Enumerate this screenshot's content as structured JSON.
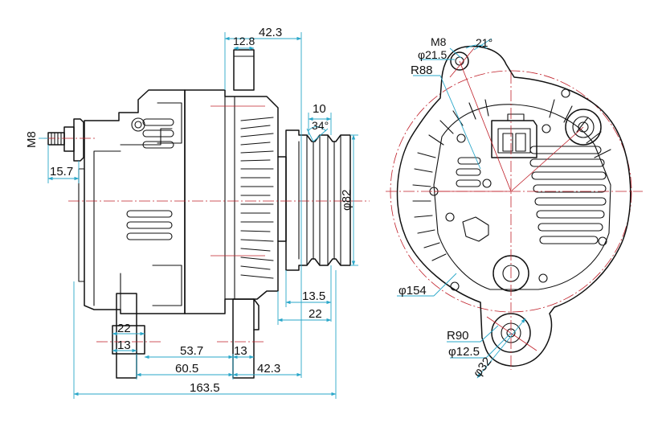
{
  "colors": {
    "outline": "#111111",
    "dimension_line": "#2aa7c9",
    "center_line": "#c0202a",
    "background": "#ffffff"
  },
  "side_view": {
    "labels": {
      "top_width": "42.3",
      "shaft_width": "12.8",
      "bolt_thread": "M8",
      "bolt_offset": "15.7",
      "pulley_width": "10",
      "groove_angle": "34°",
      "pulley_diameter": "φ82",
      "pulley_offset": "13.5",
      "pulley_hub": "22",
      "foot_width": "22",
      "foot_inner": "13",
      "foot_span": "53.7",
      "mount_width": "13",
      "foot_to_mount": "60.5",
      "mount_to_pulley": "42.3",
      "overall_length": "163.5"
    }
  },
  "front_view": {
    "labels": {
      "top_thread": "M8",
      "top_angle": "21°",
      "top_hole_dia": "φ21.5",
      "top_radius": "R88",
      "body_diameter": "φ154",
      "bottom_radius": "R90",
      "bottom_hole_dia": "φ12.5",
      "bottom_boss_dia": "φ32"
    }
  }
}
